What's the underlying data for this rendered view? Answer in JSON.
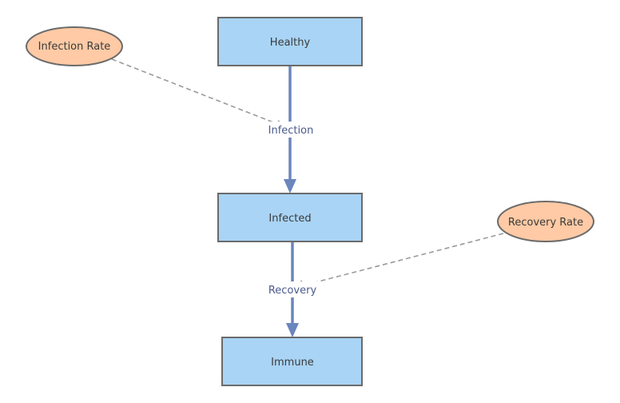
{
  "stocks": {
    "healthy": "Healthy",
    "infected": "Infected",
    "immune": "Immune"
  },
  "flows": {
    "infection": "Infection",
    "recovery": "Recovery"
  },
  "parameters": {
    "infection_rate": "Infection Rate",
    "recovery_rate": "Recovery Rate"
  },
  "colors": {
    "stock_fill": "#a9d4f5",
    "parameter_fill": "#ffcaa5",
    "flow": "#6b85bd",
    "link": "#9a9a9a"
  }
}
